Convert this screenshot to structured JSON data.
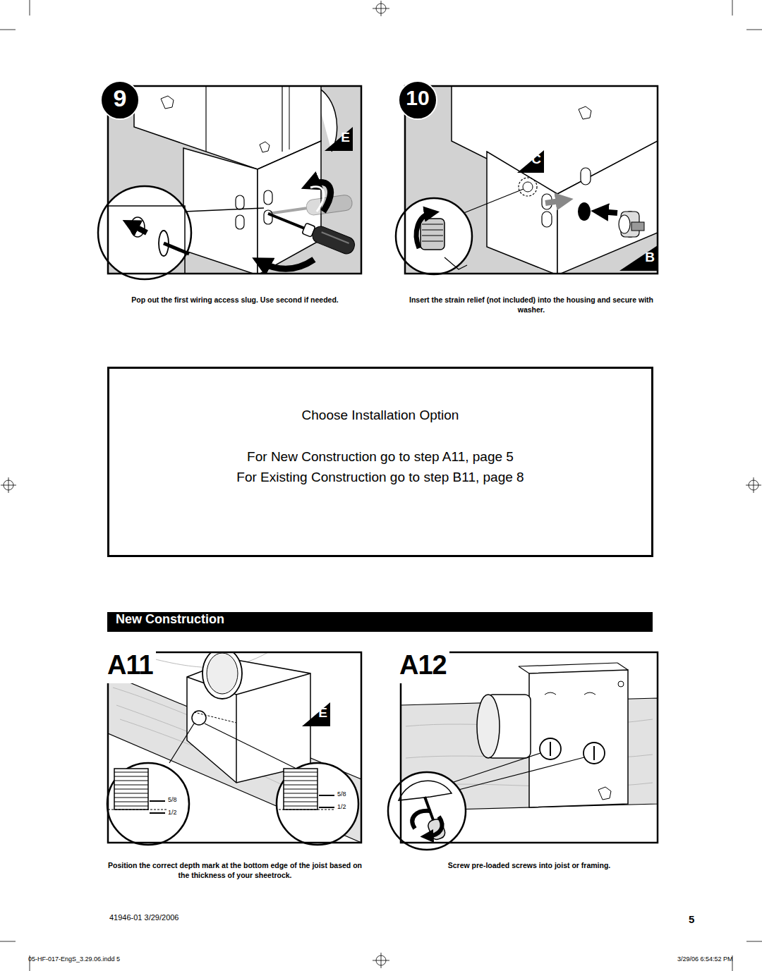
{
  "diagram": {
    "nodes": [
      {
        "text": [
          "9"
        ]
      },
      {
        "text": [
          "E"
        ]
      },
      {
        "text": [
          "10"
        ]
      },
      {
        "text": [
          "C"
        ]
      },
      {
        "text": [
          "B"
        ]
      },
      {
        "text": [
          "Choose Installation Option",
          "For New Construction go to step A11, page 5",
          "For Existing Construction go to step B11, page 8"
        ]
      },
      {
        "text": [
          "New Construction"
        ]
      },
      {
        "text": [
          "E"
        ]
      }
    ],
    "labels": [
      "Pop out the first wiring access slug. Use second if needed.",
      "Insert the strain relief (not included) into the housing and secure with washer.",
      "A11",
      "A12",
      "5/8",
      "1/2",
      "5/8",
      "1/2",
      "Position the correct depth mark at the bottom edge of the joist based on the thickness of your sheetrock.",
      "Screw pre-loaded screws into joist or framing.",
      "41946-01 3/29/2006",
      "5",
      "05-HF-017-EngS_3.29.06.indd 5",
      "3/29/06 6:54:52 PM"
    ]
  }
}
